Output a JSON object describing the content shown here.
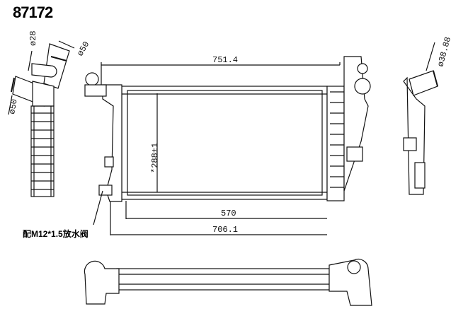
{
  "part_number": "87172",
  "dimensions": {
    "left_inlet_small": "ø28",
    "left_inlet_large": "ø50",
    "left_outlet": "ø50",
    "right_outlet": "ø38.88",
    "overall_top_width": "751.4",
    "core_height": "*288±1",
    "core_width": "570",
    "overall_bottom_width": "706.1"
  },
  "note": "配M12*1.5放水阀"
}
